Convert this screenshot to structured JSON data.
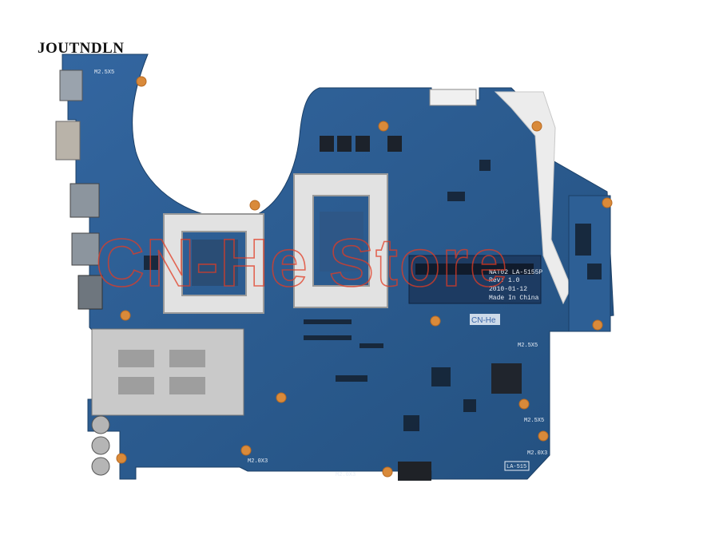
{
  "store": {
    "brand": "JOUTNDLN"
  },
  "watermark": {
    "text": "CN-He Store",
    "tag": "CN-He"
  },
  "board": {
    "model": "NAT02 LA-5155P",
    "rev": "Rev: 1.0",
    "date": "2010-01-12",
    "origin": "Made In China",
    "ref": "LA-515",
    "screw_labels": [
      "M2.5X5",
      "M2.5X5",
      "M2.5X5",
      "M2.0X3",
      "M2.0X3",
      "M2.0X3"
    ]
  },
  "colors": {
    "pcb": "#2b5b8f",
    "pcb_dark": "#1e4572",
    "bracket": "#dcdcdc",
    "pad": "#d98a3a",
    "watermark": "#e23c24"
  }
}
